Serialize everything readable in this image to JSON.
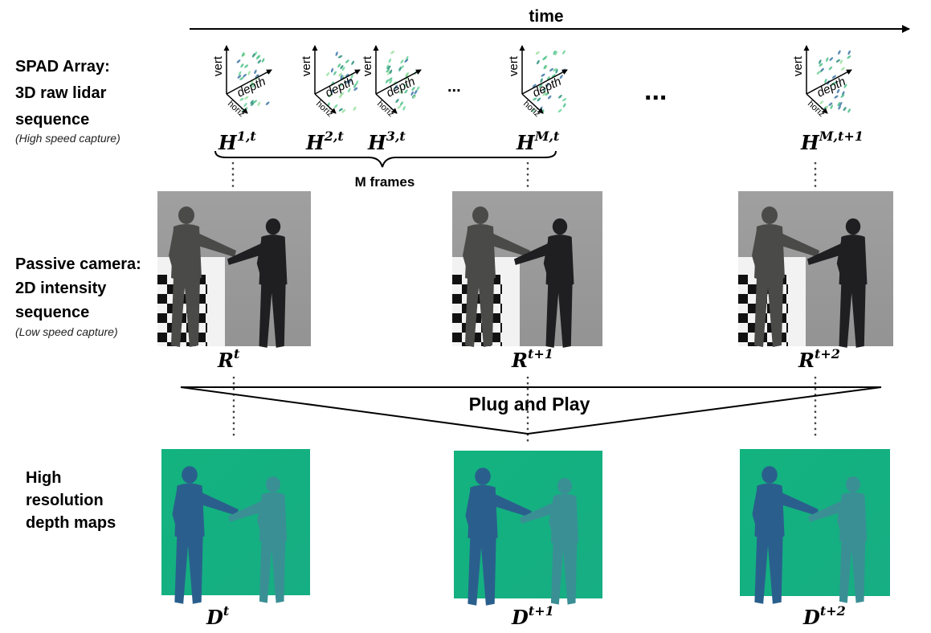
{
  "time_label": "time",
  "rows": {
    "spad": {
      "title_lines": [
        "SPAD Array:",
        "3D raw lidar",
        "sequence"
      ],
      "caption": "(High speed capture)"
    },
    "camera": {
      "title_lines": [
        "Passive camera:",
        "2D intensity",
        "sequence"
      ],
      "caption": "(Low speed capture)"
    },
    "depth": {
      "title_lines": [
        "High",
        "resolution",
        "depth maps"
      ]
    }
  },
  "axis_labels": {
    "vert": "vert",
    "depth": "depth",
    "horiz": "horiz"
  },
  "lidar_frames": [
    {
      "base": "H",
      "sup": "1,t"
    },
    {
      "base": "H",
      "sup": "2,t"
    },
    {
      "base": "H",
      "sup": "3,t"
    },
    {
      "base": "H",
      "sup": "M,t"
    },
    {
      "base": "H",
      "sup": "M,t+1"
    }
  ],
  "ellipsis_small": "...",
  "ellipsis_large": "...",
  "brace_label": "M frames",
  "intensity_frames": [
    {
      "base": "R",
      "sup": "t"
    },
    {
      "base": "R",
      "sup": "t+1"
    },
    {
      "base": "R",
      "sup": "t+2"
    }
  ],
  "plug_label": "Plug and Play",
  "depth_frames": [
    {
      "base": "D",
      "sup": "t"
    },
    {
      "base": "D",
      "sup": "t+1"
    },
    {
      "base": "D",
      "sup": "t+2"
    }
  ],
  "colors": {
    "depth_background": "#12b37e",
    "depth_person_near": "#2a5f8d",
    "depth_person_far": "#3a8f95",
    "camera_background": "#9b9b9b",
    "lidar_points": "#4fbf8a"
  }
}
